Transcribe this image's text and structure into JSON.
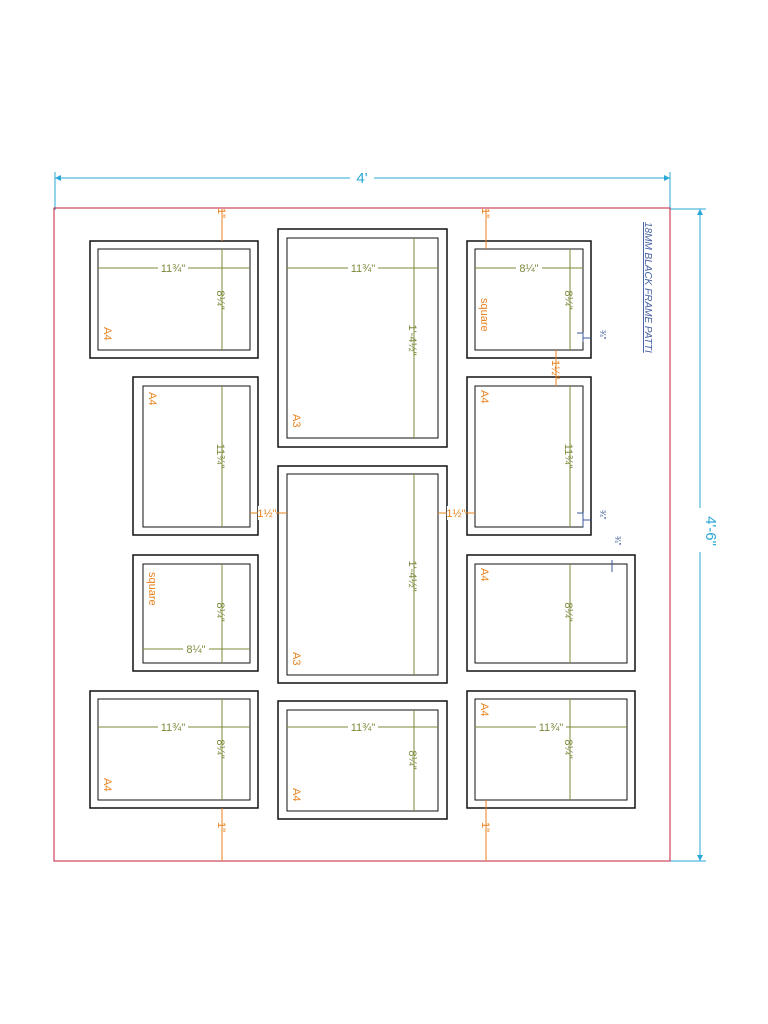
{
  "overall": {
    "width_label": "4'",
    "height_label": "4'-6\""
  },
  "note": "18MM BLACK FRAME PATTI",
  "gaps": {
    "edge_top": "1\"",
    "edge_bottom": "1\"",
    "between_frames": "1½\"",
    "blue_small": "¾\""
  },
  "frames": [
    {
      "id": "f1",
      "label": "A4",
      "w_label": "11¾\"",
      "h_label": "8¼\""
    },
    {
      "id": "f2",
      "label": "A3",
      "w_label": "11¾\"",
      "h_label": "1'-4½\""
    },
    {
      "id": "f3",
      "label": "square",
      "w_label": "8¼\"",
      "h_label": "8¼\""
    },
    {
      "id": "f4",
      "label": "A4",
      "w_label": "",
      "h_label": "11¾\""
    },
    {
      "id": "f5",
      "label": "A4",
      "w_label": "",
      "h_label": "11¾\""
    },
    {
      "id": "f6",
      "label": "A3",
      "w_label": "",
      "h_label": "1'-4½\""
    },
    {
      "id": "f7",
      "label": "square",
      "w_label": "8¼\"",
      "h_label": "8¼\""
    },
    {
      "id": "f8",
      "label": "A4",
      "w_label": "",
      "h_label": "8¼\""
    },
    {
      "id": "f9",
      "label": "A4",
      "w_label": "11¾\"",
      "h_label": "8¼\""
    },
    {
      "id": "f10",
      "label": "A4",
      "w_label": "11¾\"",
      "h_label": "8¼\""
    },
    {
      "id": "f11",
      "label": "A4",
      "w_label": "11¾\"",
      "h_label": "8¼\""
    }
  ]
}
